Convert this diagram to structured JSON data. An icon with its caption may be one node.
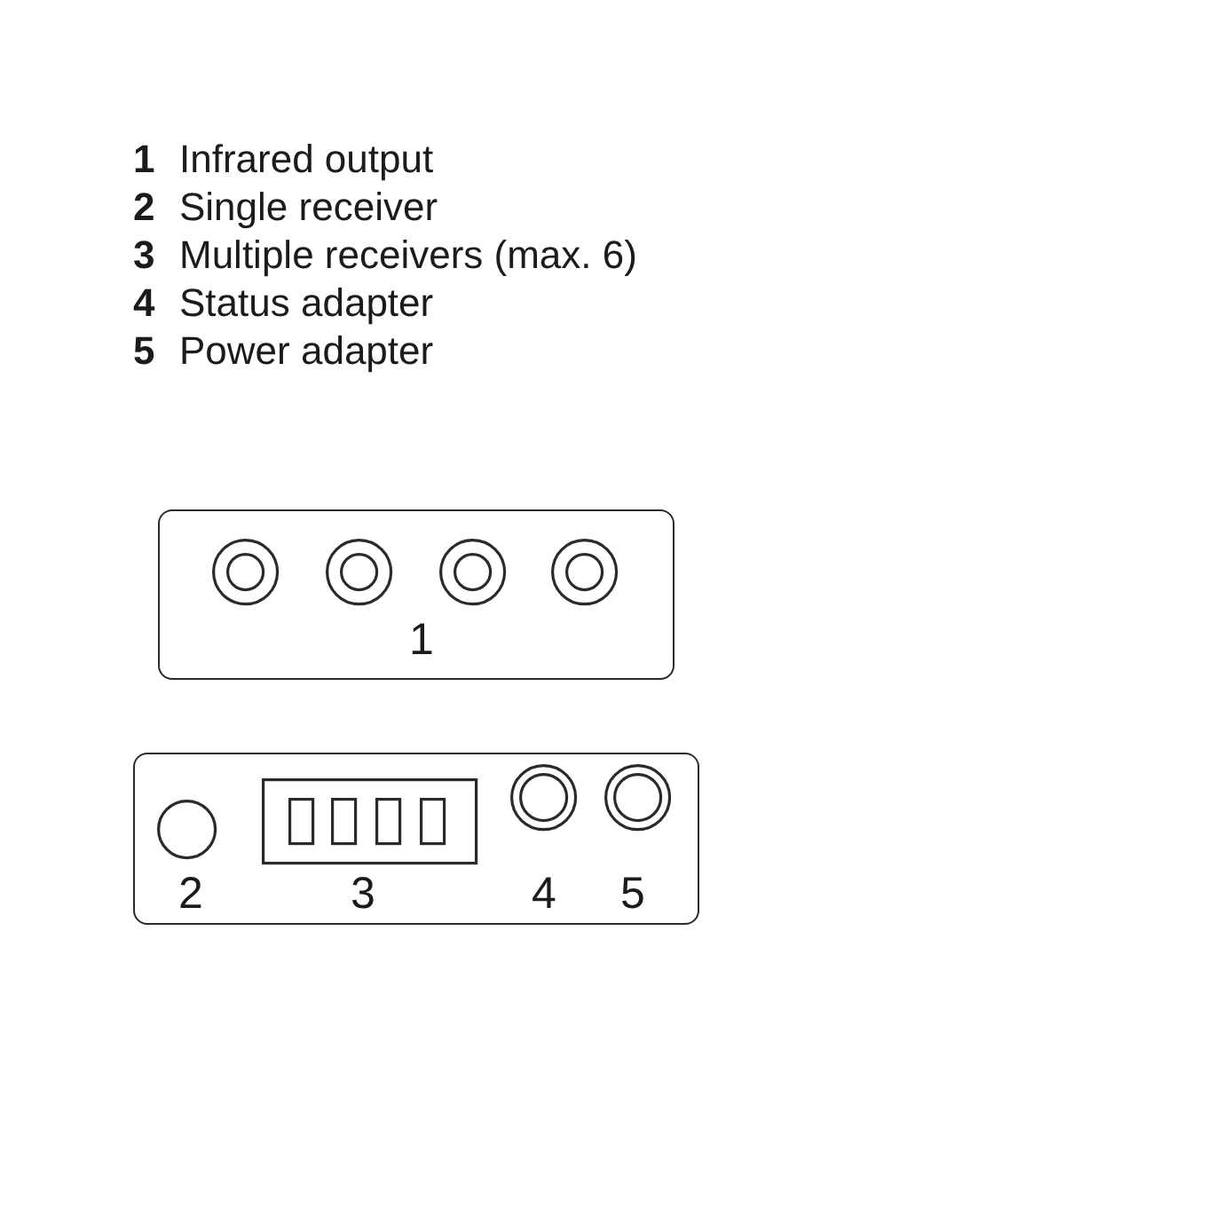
{
  "diagram": {
    "nodes": [
      {
        "text": [
          "1"
        ]
      },
      {
        "text": [
          "2",
          "3",
          "4",
          "5"
        ]
      }
    ],
    "labels": [
      "1",
      "Infrared output",
      "2",
      "Single receiver",
      "3",
      "Multiple receivers (max. 6)",
      "4",
      "Status adapter",
      "5",
      "Power adapter"
    ]
  }
}
